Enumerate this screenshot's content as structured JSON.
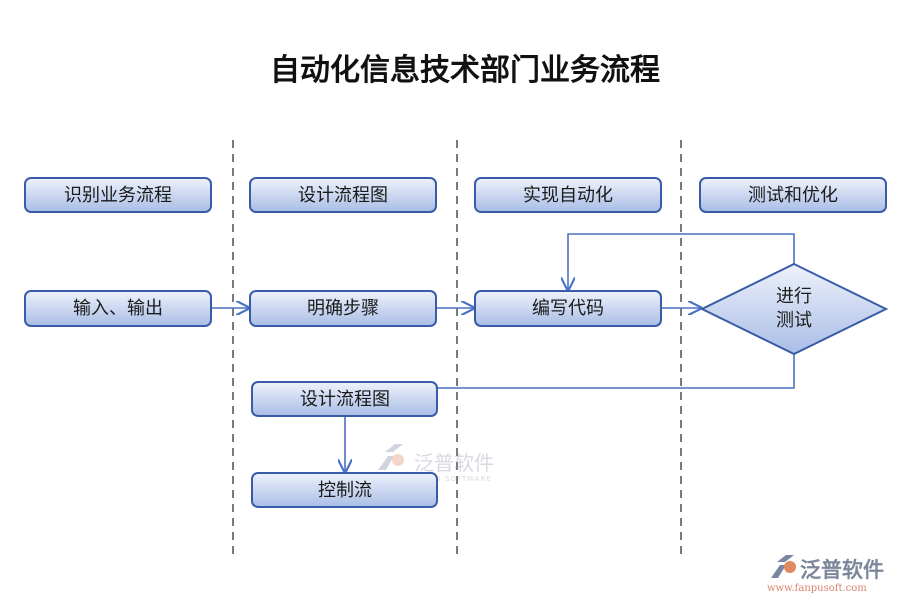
{
  "title": "自动化信息技术部门业务流程",
  "lanes": [
    {
      "header": "识别业务流程"
    },
    {
      "header": "设计流程图"
    },
    {
      "header": "实现自动化"
    },
    {
      "header": "测试和优化"
    }
  ],
  "steps": {
    "input_output": "输入、输出",
    "clarify_steps": "明确步骤",
    "write_code": "编写代码",
    "test_line1": "进行",
    "test_line2": "测试",
    "design_flowchart": "设计流程图",
    "control_flow": "控制流"
  },
  "watermark": {
    "brand": "泛普软件",
    "sub": "FANPU SOFTWARE"
  },
  "logo": {
    "brand": "泛普软件",
    "url": "www.fanpusoft.com"
  },
  "colors": {
    "box_border": "#3a5ca8",
    "box_fill_top": "#eef2fb",
    "box_fill_bottom": "#a9bde6",
    "connector": "#4a72c4"
  }
}
